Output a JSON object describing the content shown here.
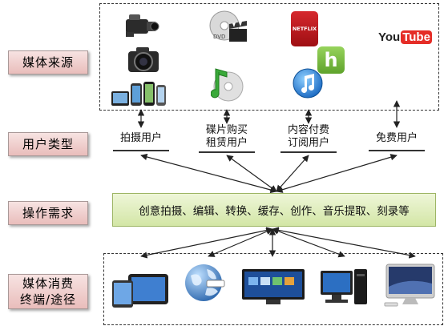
{
  "row_labels": {
    "media_source": "媒体来源",
    "user_type": "用户类型",
    "operation_needs": "操作需求",
    "consumer_terminal_line1": "媒体消费",
    "consumer_terminal_line2": "终端/途径"
  },
  "user_types": [
    {
      "line1": "拍摄用户",
      "line2": ""
    },
    {
      "line1": "碟片购买",
      "line2": "租赁用户"
    },
    {
      "line1": "内容付费",
      "line2": "订阅用户"
    },
    {
      "line1": "免费用户",
      "line2": ""
    }
  ],
  "operations": "创意拍摄、编辑、转换、缓存、创作、音乐提取、刻录等",
  "logos": {
    "netflix": "NETFLIX",
    "hulu": "h",
    "youtube_you": "You",
    "youtube_tube": "Tube",
    "dvd": "DVD"
  },
  "colors": {
    "label_fill": "#e9bdbb",
    "ops_fill": "#d3e6a6",
    "netflix_red": "#c4161c",
    "hulu_green": "#7dc143",
    "youtube_red": "#e52d27",
    "itunes_blue": "#1a8fd8"
  }
}
